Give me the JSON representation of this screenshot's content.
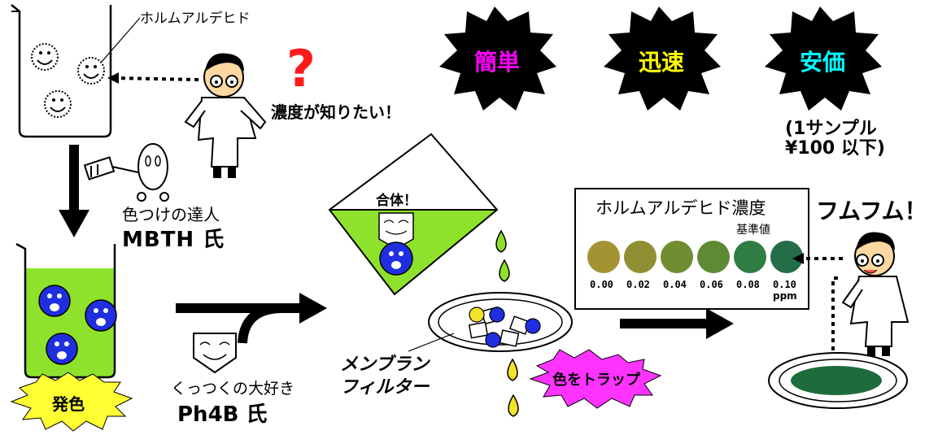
{
  "labels": {
    "formaldehyde": "ホルムアルデヒド",
    "want_concentration": "濃度が知りたい！",
    "question_mark": "?",
    "coloring_master": "色つけの達人",
    "mbth": "MBTH 氏",
    "color_development": "発色",
    "sticky_lover": "くっつくの大好き",
    "ph4b": "Ph4B 氏",
    "combine": "合体！",
    "membrane_line1": "メンブラン",
    "membrane_line2": "フィルター",
    "trap_color": "色をトラップ",
    "fumufumu": "フムフム！",
    "sample_line1": "(1サンプル",
    "sample_line2": " ¥100 以下)"
  },
  "badges": [
    {
      "text": "簡単",
      "color": "#ff00ff"
    },
    {
      "text": "迅速",
      "color": "#ffff00"
    },
    {
      "text": "安価",
      "color": "#00ffff"
    }
  ],
  "color_chart": {
    "title": "ホルムアルデヒド濃度",
    "standard_label": "基準値",
    "unit": "ppm",
    "swatches": [
      {
        "value": "0.00",
        "color": "#a39334"
      },
      {
        "value": "0.02",
        "color": "#8e8f33"
      },
      {
        "value": "0.04",
        "color": "#6f8d31"
      },
      {
        "value": "0.06",
        "color": "#5f8a34"
      },
      {
        "value": "0.08",
        "color": "#2f7d43"
      },
      {
        "value": "0.10",
        "color": "#236e48"
      }
    ]
  },
  "colors": {
    "solution_green": "#8ee22c",
    "molecule_blue": "#1f2fe0",
    "drop_yellow": "#f2e22a",
    "drop_green": "#8fe02a",
    "starburst_yellow": "#ffff33",
    "starburst_magenta": "#ff33ff",
    "filter_green": "#1e6b3c"
  }
}
